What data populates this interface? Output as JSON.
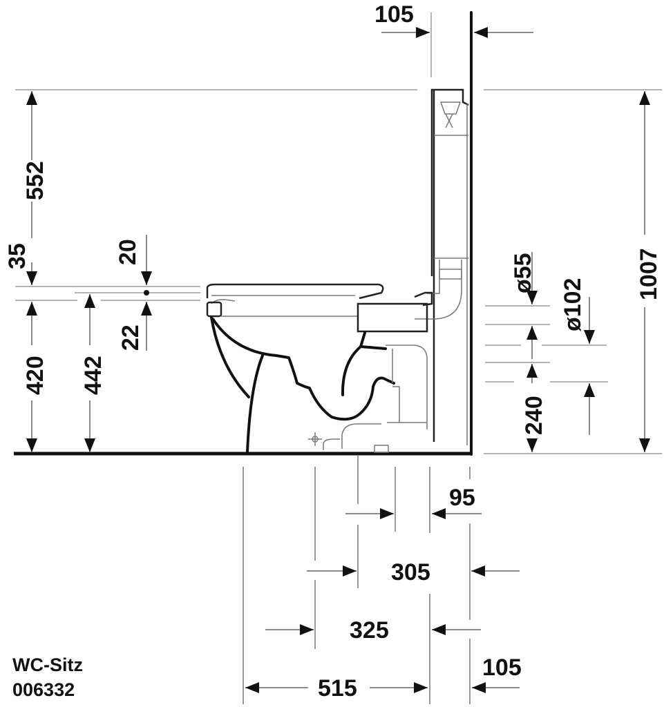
{
  "drawing": {
    "type": "technical side-view dimension drawing",
    "subject": "close-coupled floor-standing WC with cistern",
    "units": "mm",
    "colors": {
      "line": "#111111",
      "dimension_line": "#8a8a8a",
      "background": "#ffffff"
    }
  },
  "label": {
    "line1": "WC-Sitz",
    "line2": "006332"
  },
  "dimensions": {
    "top_wall_gap": "105",
    "total_height": "1007",
    "tank_above_seat": "552",
    "seat_thickness": "35",
    "seat_lid_offset": "20",
    "seat_to_rim": "22",
    "seat_height_floor": "420",
    "rim_height_floor": "442",
    "inlet_diameter": "ø55",
    "outlet_diameter": "ø102",
    "outlet_height": "240",
    "outlet_wall_offset": "95",
    "outlet_center_wall": "305",
    "foot_to_wall": "325",
    "total_depth": "515",
    "bottom_wall_gap": "105"
  }
}
